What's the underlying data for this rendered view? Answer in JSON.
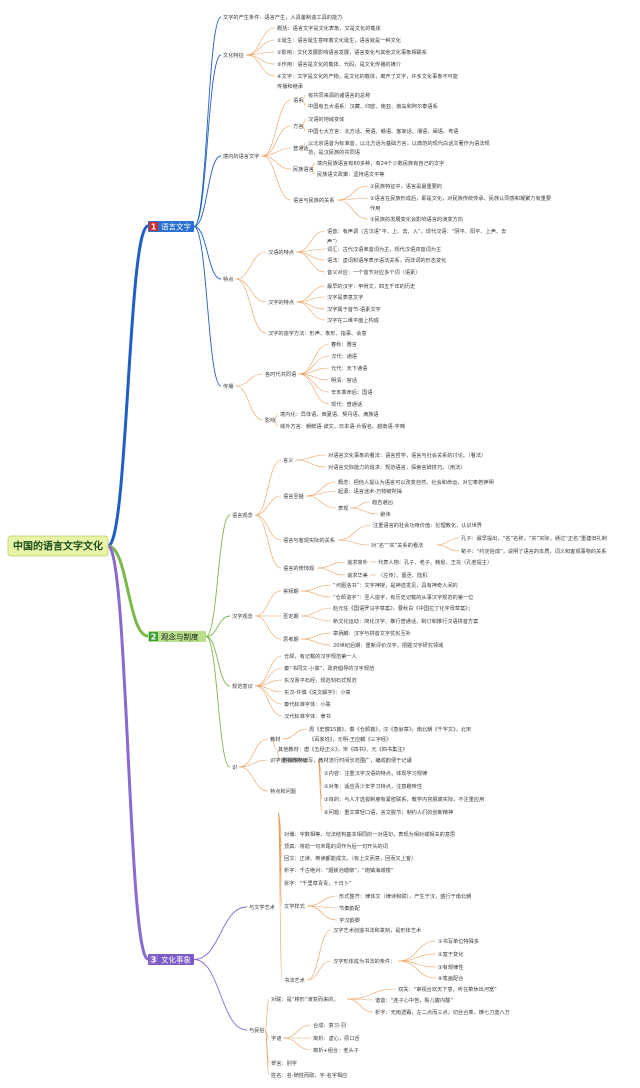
{
  "root": {
    "title": "中国的语言文字文化"
  },
  "colors": {
    "root_fill": "#e8f4a8",
    "b1_line": "#1f5fc4",
    "b1_badge": "#d12c2c",
    "b1_fill": "#2a6fd1",
    "b2_line": "#7ab84a",
    "b2_badge": "#3aa03a",
    "b2_fill": "#b8e08c",
    "b3_line": "#8a6ad0",
    "b3_badge": "#8a6ad0",
    "b3_fill": "#7b5cc4",
    "twig": "#e8a060"
  },
  "branches": [
    {
      "num": "1",
      "label": "语言文字"
    },
    {
      "num": "2",
      "label": "观念与制度"
    },
    {
      "num": "3",
      "label": "文化事象"
    }
  ],
  "nodes": [
    "文字的产生条件：语言产生，人具备制造工具的能力",
    "文化特征",
    "概括：语言文字是文化表象，又是文化的载体",
    "①诞生：语言诞生意味着文化诞生，语言就是一种文化",
    "②影响：文化发展影响语言发展，语言变化与其他文化事象相联系",
    "③作用：语言是文化的载体、代码，是文化传播的媒介",
    "④文字：文字是文化的产物，是文化的载体，离开了文字，许多文化事象不可能",
    "传播和继承",
    "境内的语言文字",
    "语系",
    "有共同来源的诸语言的总称",
    "中国有五大语系：汉藏、印欧、南亚、南岛和阿尔泰语系",
    "方言",
    "汉语的地域变体",
    "中国七大方言：北方话、吴语、赣语、客家话、湘语、闽语、粤语",
    "普通话",
    "以北京语音为标准音，以北方话为基础方言，以典范的现代白话文著作为语法规",
    "范，是汉民族的共同语",
    "民族语言",
    "境内民族语言有80多种，有24个少数民族有自己的文字",
    "民族语文政策：坚持语文平等",
    "语言与民族的关系",
    "①民族特征中，语言是最重要的",
    "②语言在民族形成后，即是文化，对民族传统传承、民族认同感和凝聚力有重要",
    "作用",
    "③民族的发展变化会影响语言的演变方向",
    "特点",
    "汉语的特点",
    "语音：有声调（古汉语“平、上、去、入”，现代汉语：“阴平、阳平、上声、去",
    "声”）",
    "词汇：古代汉语单音词为主，现代汉语双音词为主",
    "语法：虚词和语序表示语法关系，而非词的形态变化",
    "音义对应：一个音节对应多个词（语素）",
    "汉字的特点",
    "最早的汉字：甲骨文，四五千年的历史",
    "汉字是表意文字",
    "汉字属于音节-语素文字",
    "汉字在二维平面上构成",
    "汉字的造字方法：形声、象形、指事、会意",
    "传播",
    "各时代共同语",
    "春秋：雅言",
    "汉代：通语",
    "元代：天下通语",
    "明清：官话",
    "辛亥革命后：国语",
    "现代：普通话",
    "影响",
    "境内化：异体语、西夏语、契丹语、满族语",
    "域外方言：朝鲜语-谚文、日本语-片假名、越南语-字喃",
    "语言观念",
    "言义",
    "对语言文化事象的看法：语言哲学，语言与社会关系的讨论。（看法）",
    "对语言交际能力的追求：规范语言，探索言辞技巧。（用法）",
    "语言至疑",
    "概念：把他人提认为语言可以改变自然、社会和命运，对它奉若神明",
    "起源：语言迷术-万物被所操",
    "表现",
    "趋吉避凶",
    "避讳",
    "语言与客观实际的关系",
    "注重语言的社会功用价值：伦理教化，认识世界",
    "对“名”“实”关系的看法",
    "孔子：最早提出，“名”名称，“实”实际，通过“正名”重建旧礼制",
    "荀子：“约定俗成”，说明了语言的本质，词义和客观事物的关系",
    "语言的修饰观",
    "追求简朴",
    "代表人物：孔子、老子、韩愈、王充（孔老提主）",
    "追求华美",
    "（左传）、晋丞、陆机",
    "汉字观念",
    "崇拜期",
    "“河图洛书”：文字神授，是神迹发见，具有神奇人间的",
    "“仓颉造字”：圣人造字，有历史记载的从事汉字规范的第一位",
    "否定期",
    "赵元任《国语罗马字草案》，曹秋白《中国拉丁化字母草案》；",
    "新文化运动：简化汉字、推行普通话，制订和推行汉语拼音方案",
    "思考期",
    "章炳麟：汉字与拼音文字优劣互补",
    "20世纪后期：重新评价汉字，把握汉字研究领域",
    "规范意识",
    "仓颉，有记载的汉字规范第一人",
    "秦“书同文-小篆”，政府倡导的汉字规范",
    "东汉熹平石经，规范刻石式规范",
    "东汉-许慎《说文解字》：小篆",
    "秦代标准字体：小篆",
    "汉代标准字体：隶书",
    "识",
    "教材",
    "周《史籀15篇》，秦《仓颉篇》，汉《急就章》，南北朝《千字文》，北宋",
    "《百家姓》，元明-王应麟《三字经》",
    "其他教材：唐《五经正义》，宋《四书》、元《四书集注》",
    "识字读物的特点",
    "重视教材编写，教材流行时间长范围广，编成韵便于记诵",
    "特点和问题",
    "①内容：注重汉字汉语的特点，体现学习规律",
    "②对象：适应青少年学习特点，注意趣味性",
    "③目的：与人才选拔制度有紧密联系，教学内容脱离实际，不注重应用",
    "④问题：重文章轻口语，言文脱节；制约人们的创新精神",
    "与文学艺术",
    "对偶：字数相等、句法结构基本相同的一对语句，表现为相对或相关的意思",
    "顶真：将前一句末尾的词作为后一句开头的词",
    "回文：正读、倒读都能成文。（有上文而意，回而又上客）",
    "析字：千古绝对：“烟锁池塘柳”，“炮镇海城楼”",
    "拆字：“千里草青青，十日卜”",
    "文学样式",
    "形式整齐：律体文（律诗和赋），产生于汉，盛行于南北朝",
    "节奏韵配",
    "字汉韵脚",
    "书法艺术",
    "汉字艺术创造书法和篆刻，是形体艺术",
    "汉字形体成为书法的条件：",
    "①书写单位特殊多",
    "②富于变化",
    "③有规律性",
    "④笔画配合",
    "与民俗",
    "对联：是“移形”演变而来的。",
    "双关：“审视合欢天下意，听在菜休出河宽”",
    "谐音：“连子心中苦，梨儿腹内酸”",
    "析字：无雨透霜，左二点而三点；切丝合革，横七刀蓝八万",
    "字谜",
    "合成：复习-羽",
    "离析：虚心，原口舌",
    "离析+组合：老头子",
    "贺言：别字",
    "姓名：名-随姓而取，字-名字相应"
  ]
}
